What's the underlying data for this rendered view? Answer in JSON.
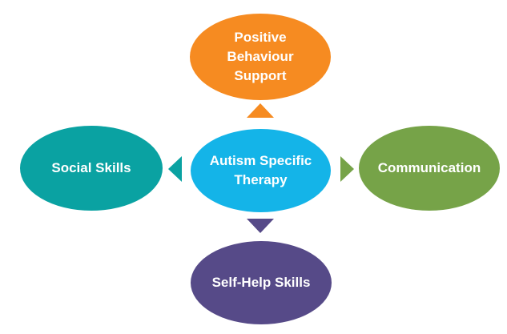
{
  "nodes": {
    "top": {
      "label": "Positive\nBehaviour\nSupport",
      "color": "#f68b21"
    },
    "left": {
      "label": "Social Skills",
      "color": "#0aa2a2"
    },
    "center": {
      "label": "Autism Specific\nTherapy",
      "color": "#14b4e8"
    },
    "right": {
      "label": "Communication",
      "color": "#76a348"
    },
    "bottom": {
      "label": "Self-Help Skills",
      "color": "#564a88"
    }
  },
  "arrows": {
    "up": {
      "color": "#f68b21"
    },
    "left": {
      "color": "#0aa2a2"
    },
    "right": {
      "color": "#76a348"
    },
    "down": {
      "color": "#564a88"
    }
  }
}
